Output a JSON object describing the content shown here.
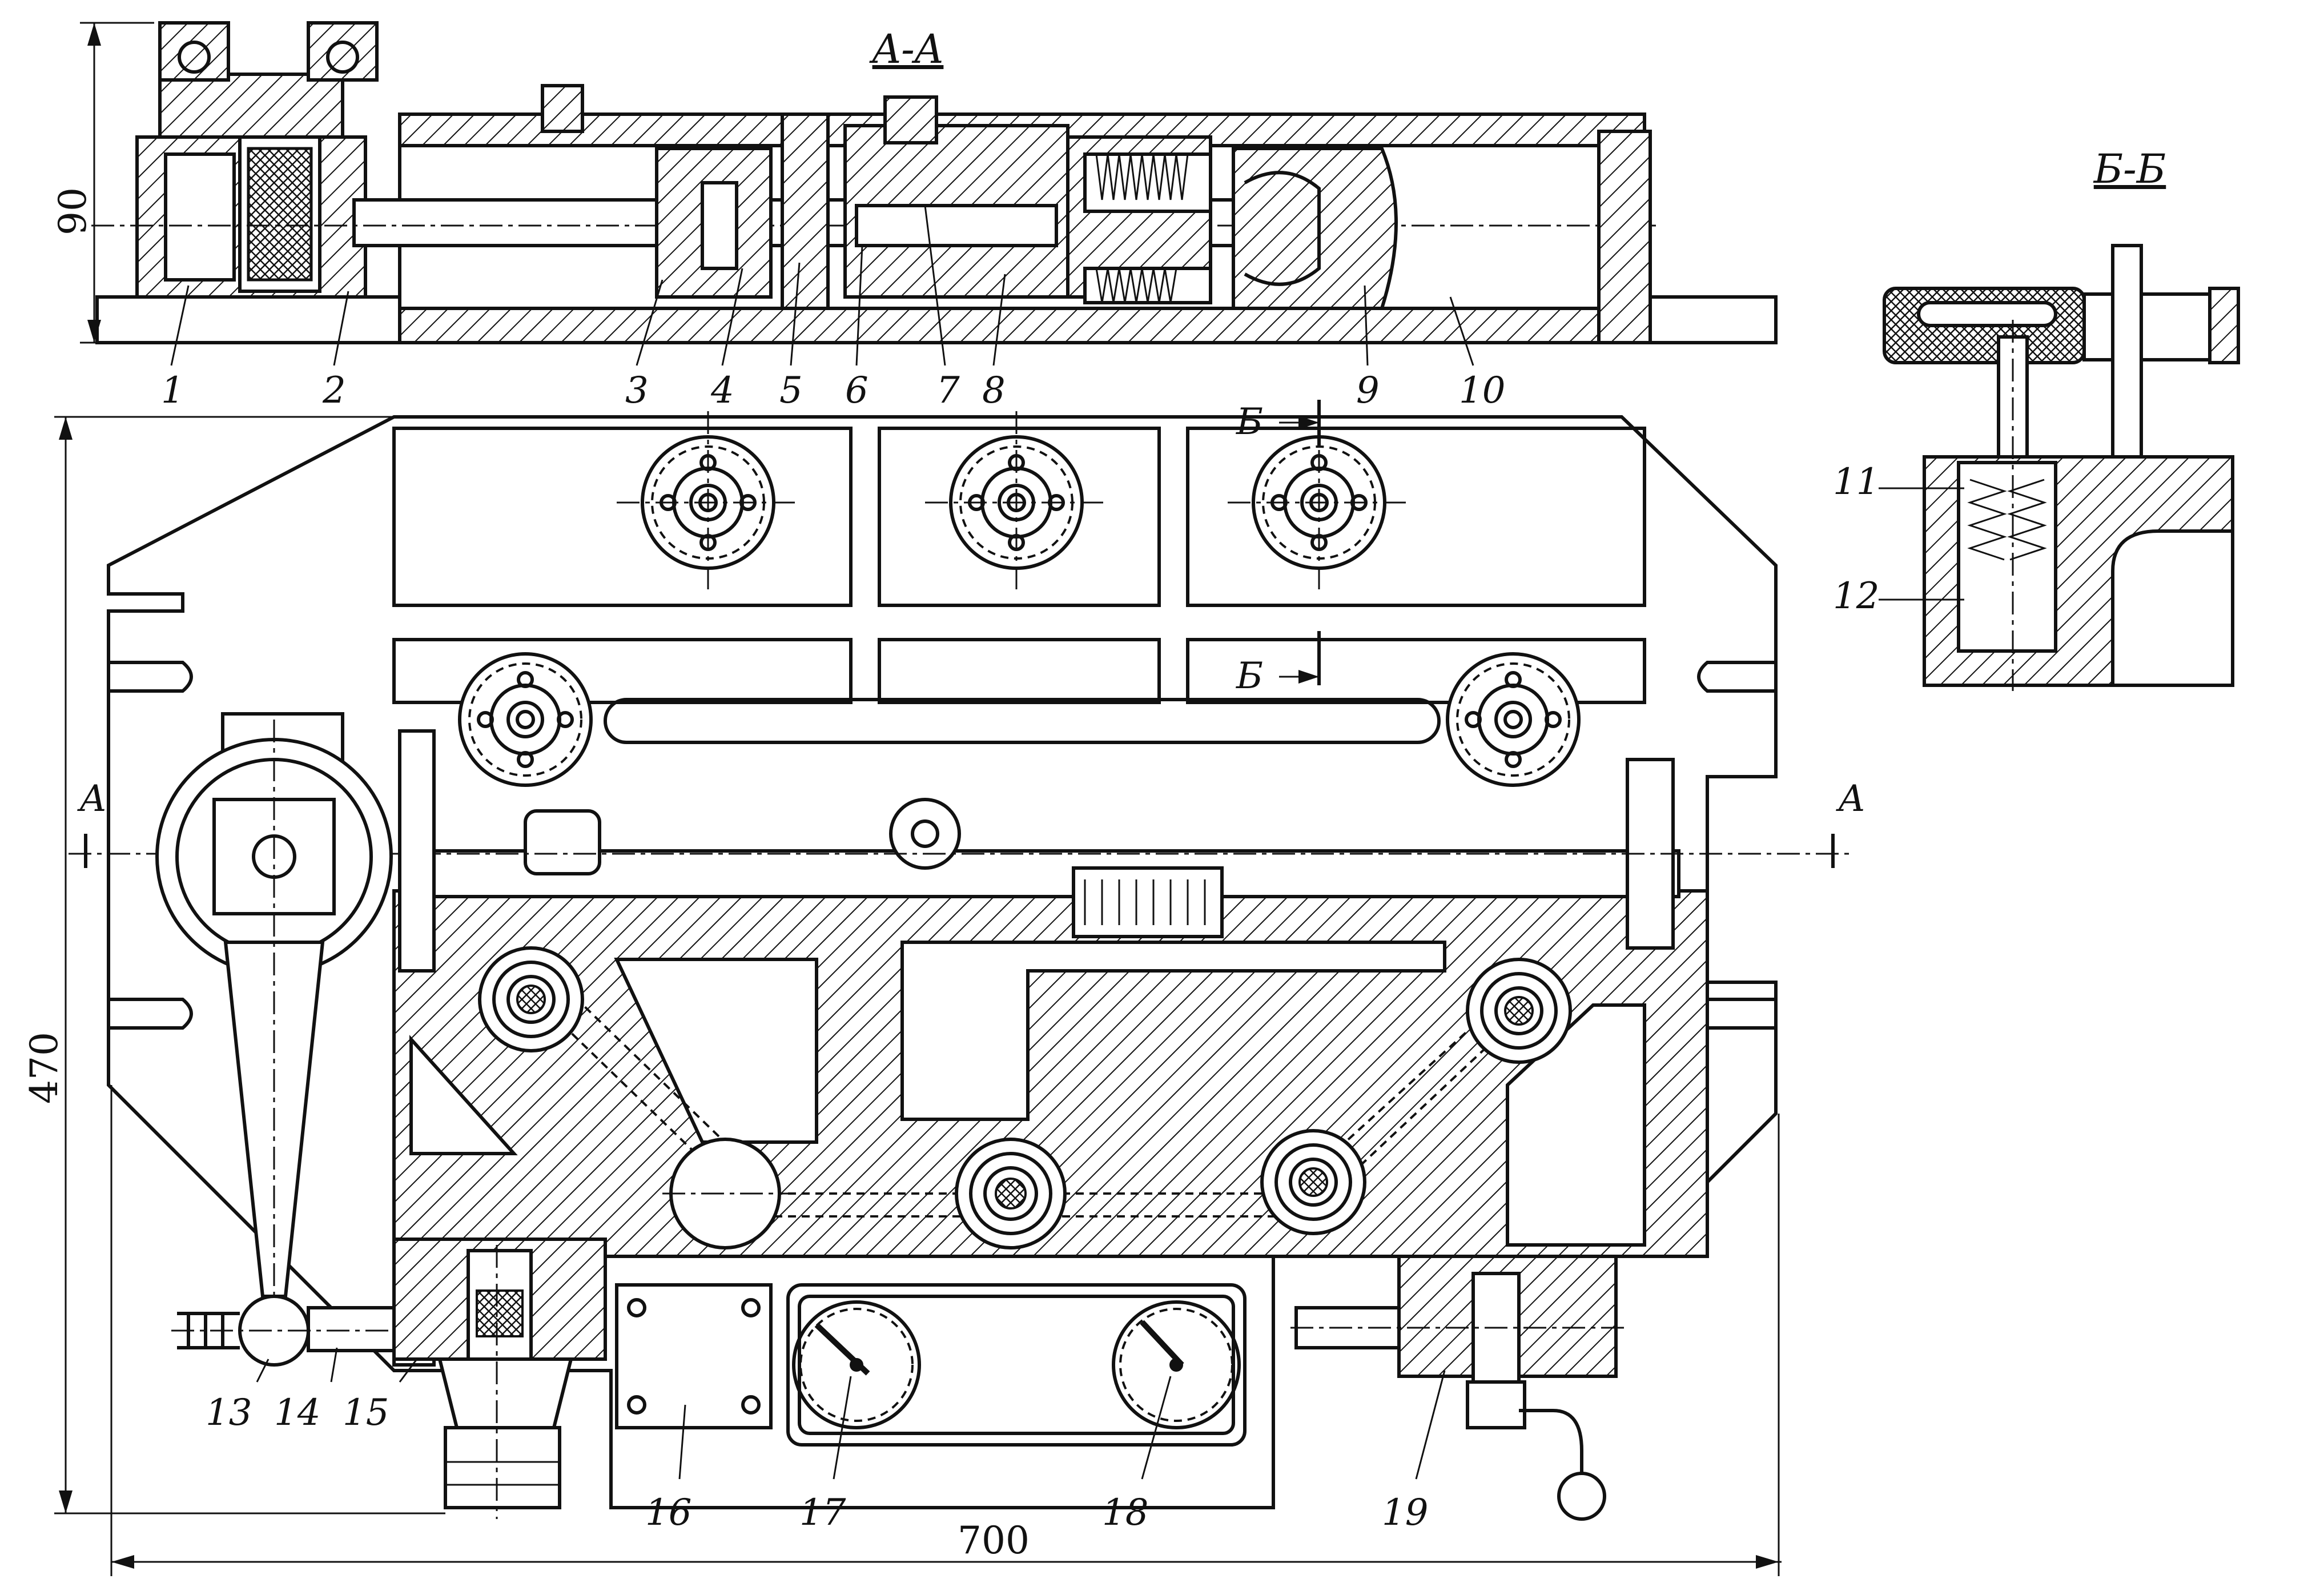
{
  "sections": {
    "aa": "A-A",
    "bb": "Б-Б",
    "cut_a_left": "A",
    "cut_a_right": "A",
    "cut_b_top": "Б",
    "cut_b_bottom": "Б"
  },
  "dimensions": {
    "height_section": "90",
    "height_plan": "470",
    "width_plan": "700"
  },
  "callouts": [
    "1",
    "2",
    "3",
    "4",
    "5",
    "6",
    "7",
    "8",
    "9",
    "10",
    "11",
    "12",
    "13",
    "14",
    "15",
    "16",
    "17",
    "18",
    "19"
  ]
}
